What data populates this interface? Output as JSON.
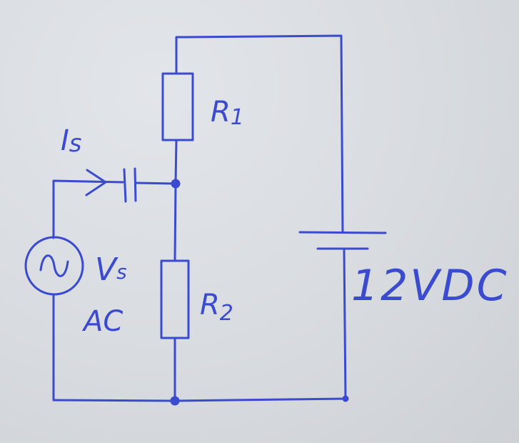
{
  "diagram": {
    "ink_color": "#3b4bd0",
    "paper_color": "#dcdfe3",
    "labels": {
      "r1": "R",
      "r1_sub": "1",
      "r2": "R",
      "r2_sub": "2",
      "is": "I",
      "is_sub": "s",
      "vs": "V",
      "vs_sub": "s",
      "ac": "AC",
      "dc": "12VDC"
    },
    "components": [
      "resistor",
      "resistor",
      "capacitor",
      "ac-voltage-source",
      "dc-battery"
    ],
    "icons": [
      "sine-wave-icon",
      "current-arrow-icon"
    ]
  }
}
